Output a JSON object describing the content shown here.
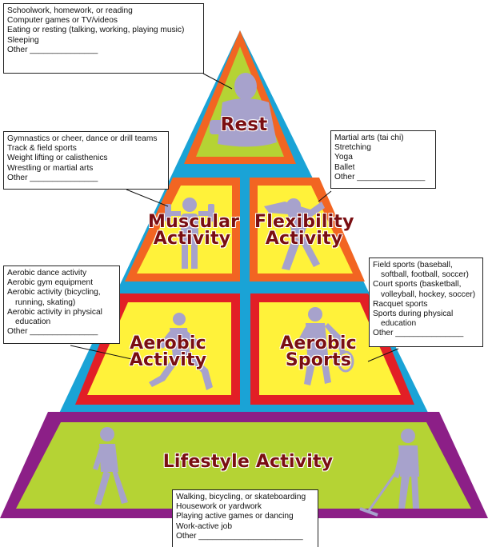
{
  "colors": {
    "blue": "#1aa3d6",
    "purple": "#8c1f87",
    "red": "#e21f26",
    "orange": "#f26522",
    "lime": "#b5d334",
    "yellow": "#fff23a",
    "figure": "#a7a2cc",
    "label": "#7a0e12"
  },
  "levels": {
    "rest": {
      "label": "Rest"
    },
    "muscular": {
      "label_line1": "Muscular",
      "label_line2": "Activity"
    },
    "flexibility": {
      "label_line1": "Flexibility",
      "label_line2": "Activity"
    },
    "aerobic_activity": {
      "label_line1": "Aerobic",
      "label_line2": "Activity"
    },
    "aerobic_sports": {
      "label_line1": "Aerobic",
      "label_line2": "Sports"
    },
    "lifestyle": {
      "label": "Lifestyle Activity"
    }
  },
  "boxes": {
    "rest": [
      "Schoolwork, homework, or reading",
      "Computer games or TV/videos",
      "Eating or resting (talking, working, playing music)",
      "Sleeping",
      "Other _______________"
    ],
    "muscular": [
      "Gymnastics or cheer, dance or drill teams",
      "Track & field sports",
      "Weight lifting or calisthenics",
      "Wrestling or martial arts",
      "Other _______________"
    ],
    "flexibility": [
      "Martial arts (tai chi)",
      "Stretching",
      "Yoga",
      "Ballet",
      "Other _______________"
    ],
    "aerobic_activity": [
      "Aerobic dance activity",
      "Aerobic gym equipment",
      "Aerobic activity (bicycling,",
      "running, skating)",
      "Aerobic activity in physical",
      "education",
      "Other _______________"
    ],
    "aerobic_sports": [
      "Field sports (baseball,",
      "softball, football, soccer)",
      "Court sports (basketball,",
      "volleyball, hockey, soccer)",
      "Racquet sports",
      "Sports during physical",
      "education",
      "Other _______________"
    ],
    "lifestyle": [
      "Walking, bicycling, or skateboarding",
      "Housework or yardwork",
      "Playing active games or dancing",
      "Work-active job",
      "Other _______________________"
    ]
  }
}
